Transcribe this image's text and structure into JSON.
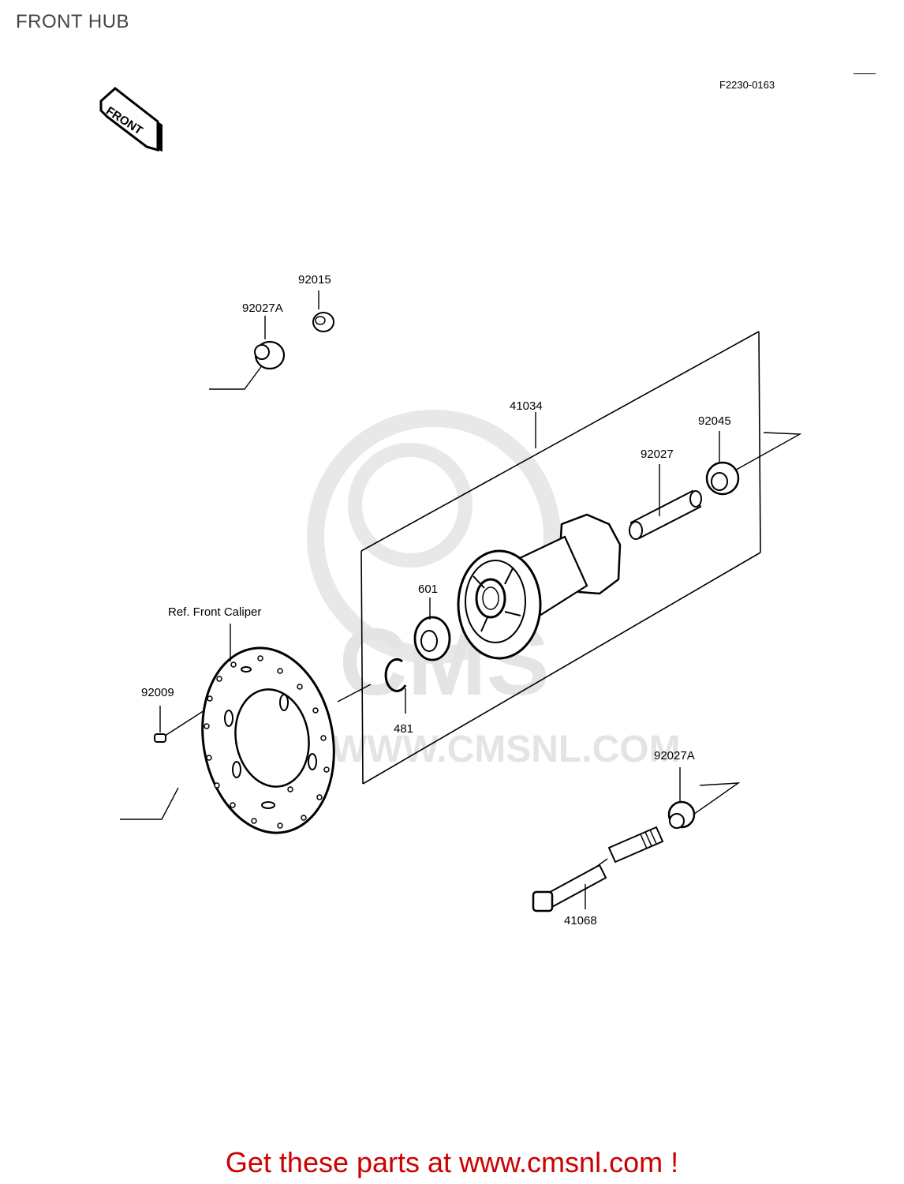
{
  "page_title": "FRONT HUB",
  "diagram_code": "F2230-0163",
  "front_arrow_label": "FRONT",
  "watermark": {
    "brand": "CMS",
    "url": "WWW.CMSNL.COM"
  },
  "parts": {
    "p92015": "92015",
    "p92027A_top": "92027A",
    "p41034": "41034",
    "p92045": "92045",
    "p92027": "92027",
    "p601": "601",
    "ref_caliper": "Ref. Front Caliper",
    "p92009": "92009",
    "p481": "481",
    "p92027A_bottom": "92027A",
    "p41068": "41068"
  },
  "footer_link": "Get these parts at www.cmsnl.com !"
}
